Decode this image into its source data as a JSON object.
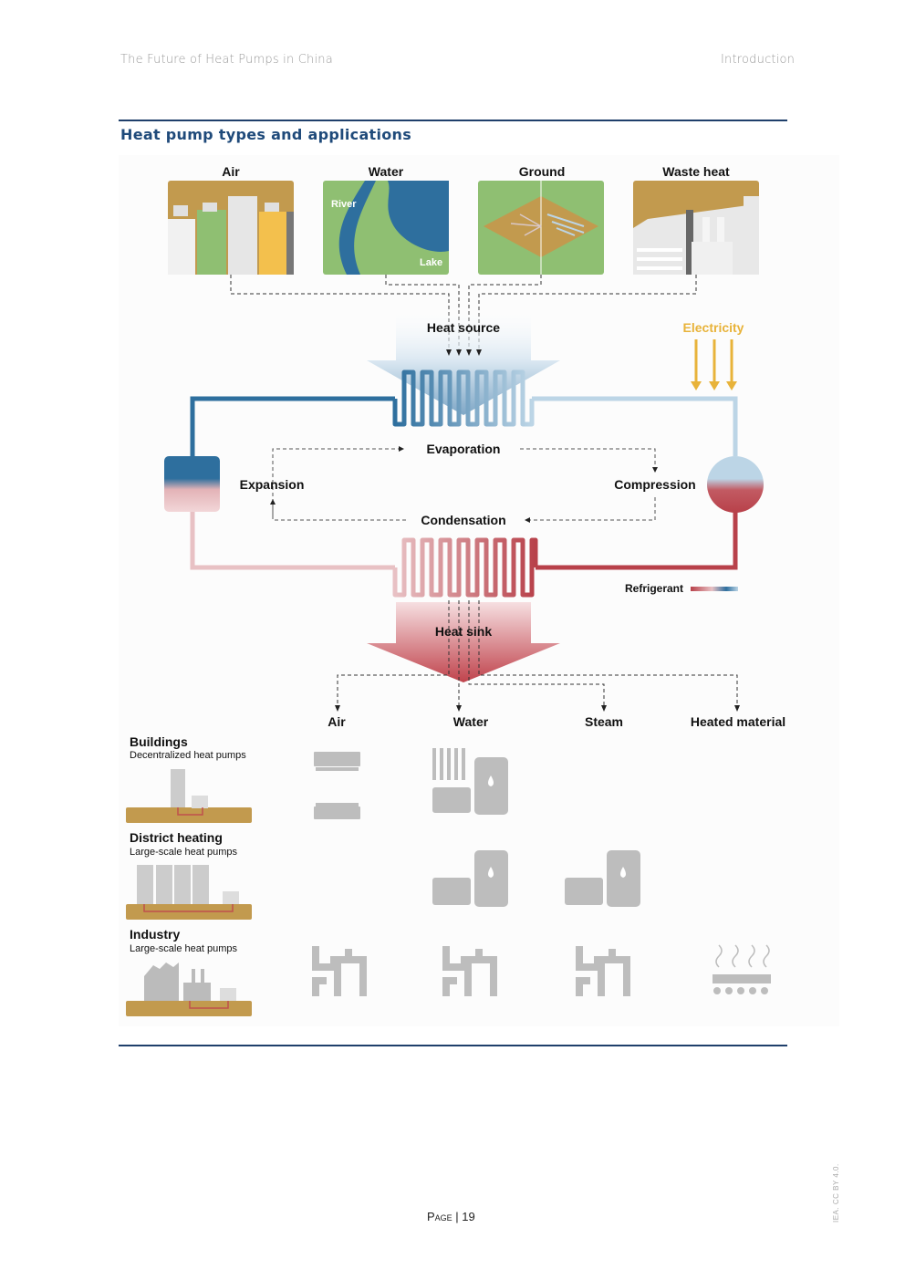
{
  "header": {
    "doc_title": "The Future of Heat Pumps in China",
    "section": "Introduction"
  },
  "figure": {
    "title": "Heat pump types and applications",
    "heat_sources": [
      "Air",
      "Water",
      "Ground",
      "Waste heat"
    ],
    "water_labels": {
      "river": "River",
      "lake": "Lake"
    },
    "cycle": {
      "heat_source": "Heat source",
      "electricity": "Electricity",
      "evaporation": "Evaporation",
      "expansion": "Expansion",
      "compression": "Compression",
      "condensation": "Condensation",
      "heat_sink": "Heat sink",
      "refrigerant_legend": "Refrigerant"
    },
    "outputs": [
      "Air",
      "Water",
      "Steam",
      "Heated material"
    ],
    "applications": [
      {
        "name": "Buildings",
        "desc": "Decentralized heat pumps"
      },
      {
        "name": "District heating",
        "desc": "Large-scale heat pumps"
      },
      {
        "name": "Industry",
        "desc": "Large-scale heat pumps"
      }
    ],
    "colors": {
      "cold": "#2e6f9e",
      "cold_light": "#bcd5e6",
      "hot": "#b8414a",
      "hot_light": "#e8c1c4",
      "electricity": "#e8b33a",
      "ground_brown": "#c29a4e",
      "green": "#8fbf72",
      "icon_grey": "#bdbdbd",
      "rule": "#1f3f6b"
    }
  },
  "footer": {
    "page_label": "Page | 19",
    "license": "IEA. CC BY 4.0."
  }
}
